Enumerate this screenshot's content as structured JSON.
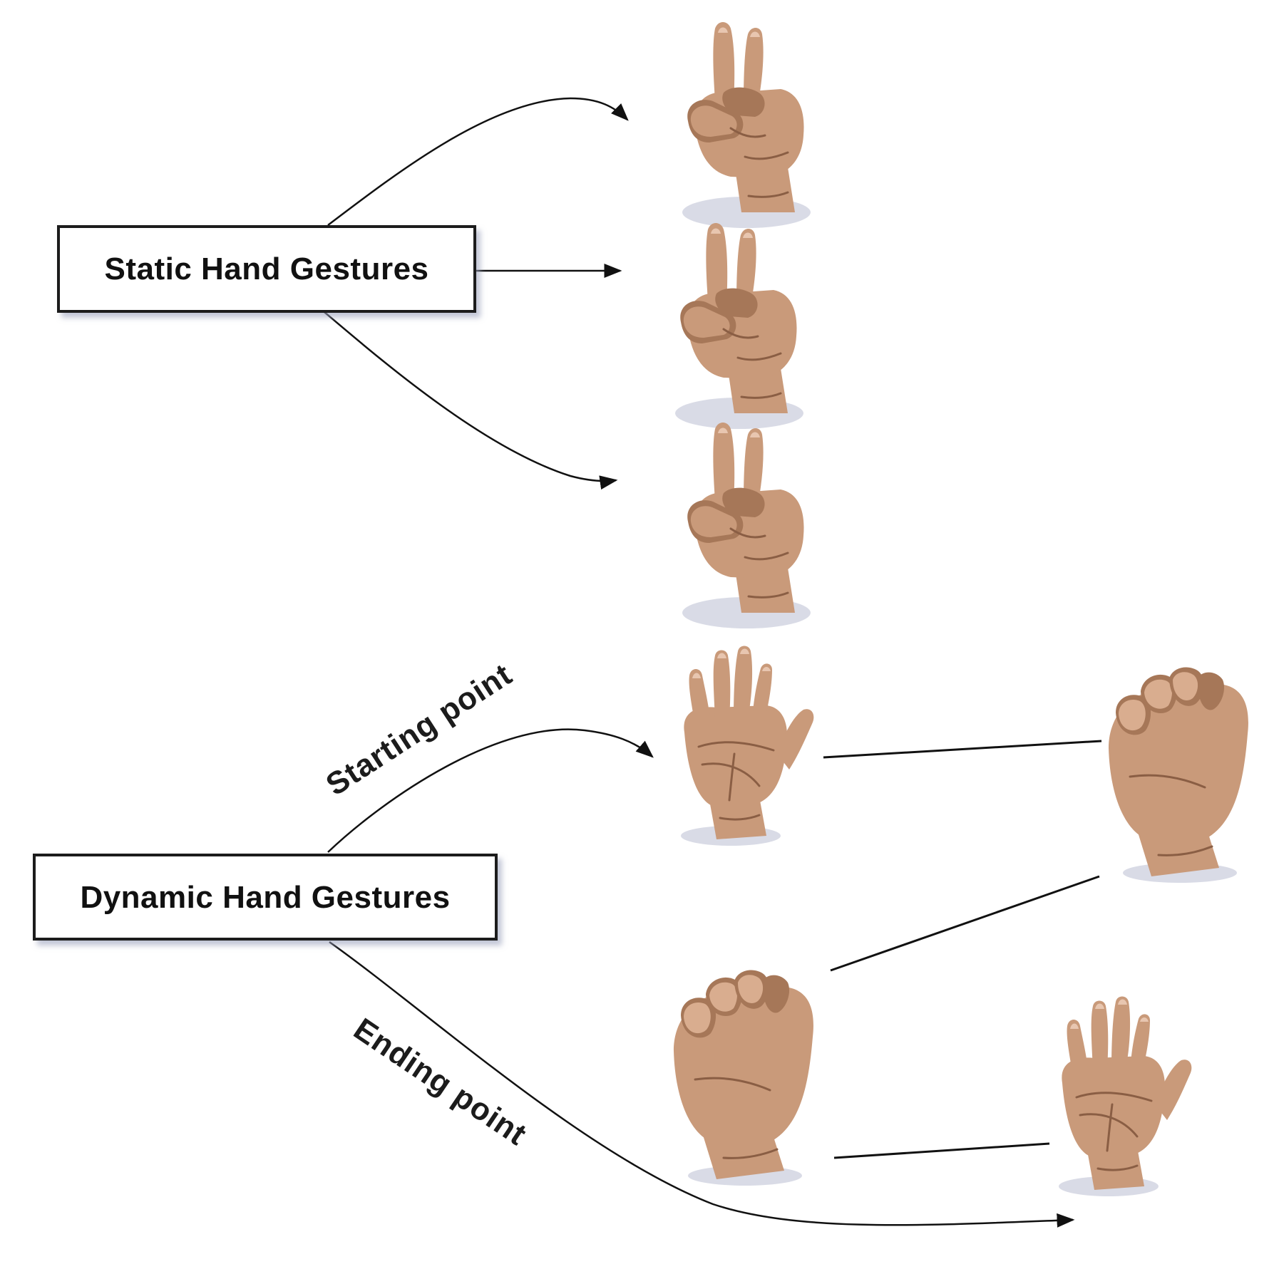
{
  "static_box": {
    "label": "Static Hand Gestures"
  },
  "dynamic_box": {
    "label": "Dynamic Hand Gestures"
  },
  "starting_label": "Starting point",
  "ending_label": "Ending point",
  "static_hands": [
    {
      "icon": "two-finger-hand-icon"
    },
    {
      "icon": "two-finger-hand-icon"
    },
    {
      "icon": "two-finger-hand-icon"
    }
  ],
  "dynamic_hands": [
    {
      "icon": "open-palm-icon"
    },
    {
      "icon": "closed-fist-icon"
    },
    {
      "icon": "closed-fist-icon"
    },
    {
      "icon": "open-palm-icon"
    }
  ],
  "colors": {
    "skin": "#c99a7a",
    "line": "#111111",
    "box_border": "#1a1a1a"
  }
}
